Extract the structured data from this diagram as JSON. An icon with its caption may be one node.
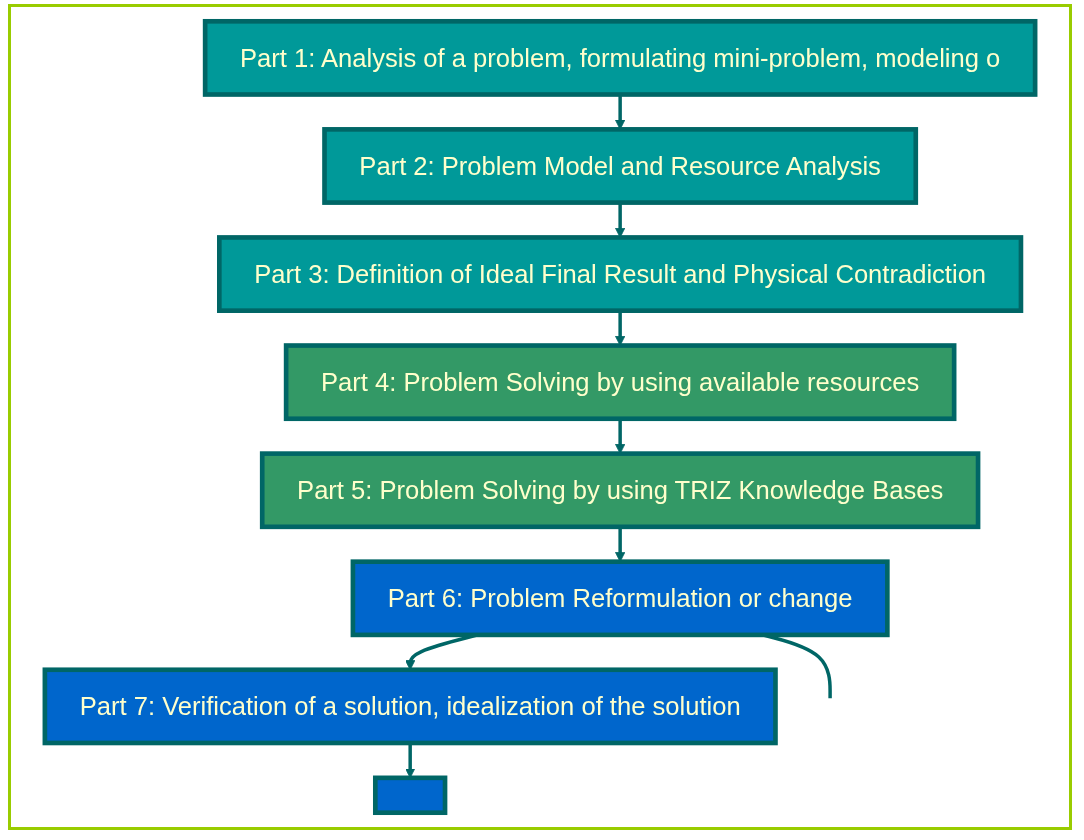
{
  "diagram": {
    "nodes": [
      {
        "text": [
          "Part 1: Analysis of a problem, formulating mini-problem, modeling o"
        ]
      },
      {
        "text": [
          "Part 2: Problem Model and Resource Analysis"
        ]
      },
      {
        "text": [
          "Part 3: Definition of Ideal Final Result and Physical Contradiction"
        ]
      },
      {
        "text": [
          "Part 4: Problem Solving by using available resources"
        ]
      },
      {
        "text": [
          "Part 5: Problem Solving by using TRIZ Knowledge Bases"
        ]
      },
      {
        "text": [
          "Part 6: Problem Reformulation or change"
        ]
      },
      {
        "text": [
          "Part 7: Verification of a solution, idealization of the solution"
        ]
      },
      {
        "text": [],
        "shape": "box"
      }
    ],
    "edges": [
      {
        "from": 0,
        "to": 1,
        "arrow": "to"
      },
      {
        "from": 1,
        "to": 2,
        "arrow": "to"
      },
      {
        "from": 2,
        "to": 3,
        "arrow": "to"
      },
      {
        "from": 3,
        "to": 4,
        "arrow": "to"
      },
      {
        "from": 4,
        "to": 5,
        "arrow": "to"
      },
      {
        "from": 5,
        "to": null,
        "arrow": "none"
      },
      {
        "from": 5,
        "to": 6,
        "arrow": "to"
      },
      {
        "from": 6,
        "to": 7,
        "arrow": "to"
      }
    ]
  }
}
